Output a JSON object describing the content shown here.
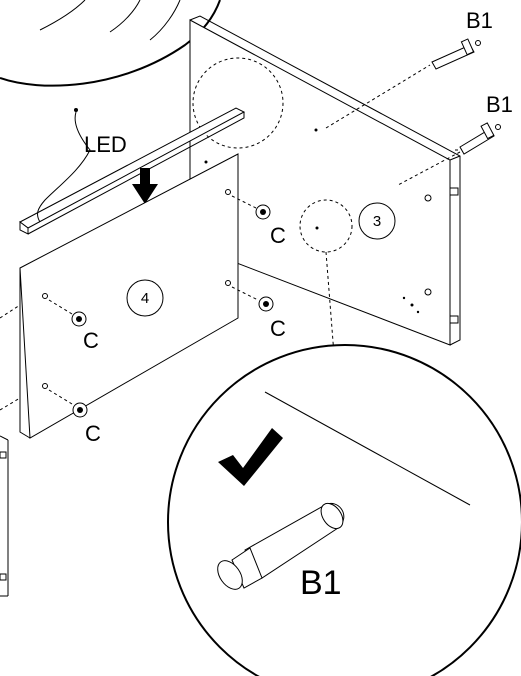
{
  "labels": {
    "led": "LED",
    "b1_top": "B1",
    "b1_right": "B1",
    "b1_detail": "B1",
    "c": [
      "C",
      "C",
      "C",
      "C"
    ]
  },
  "steps": {
    "panel_large": "3",
    "panel_small": "4"
  },
  "icons": [
    "arrow-down-icon",
    "checkmark-icon"
  ],
  "colors": {
    "line": "#000000",
    "background": "#ffffff",
    "shade": "#cfcfcf"
  }
}
